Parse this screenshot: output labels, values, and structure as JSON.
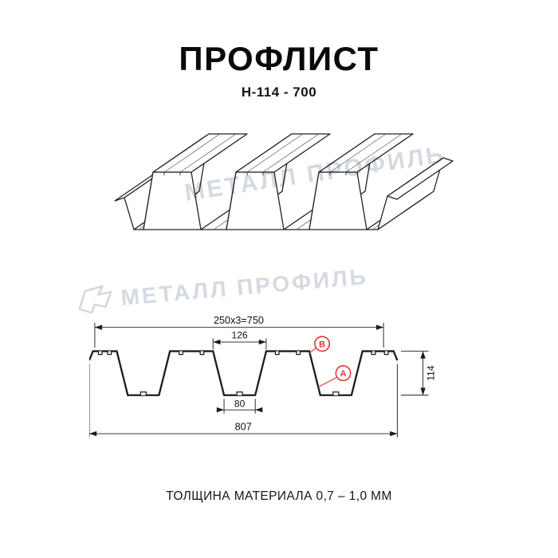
{
  "header": {
    "title": "ПРОФЛИСТ",
    "subtitle": "Н-114 - 700"
  },
  "watermark": {
    "text": "МЕТАЛЛ ПРОФИЛЬ",
    "logo": "metall-profil-logo"
  },
  "section": {
    "dim_top": "250x3=750",
    "dim_rib_top": "126",
    "dim_rib_bottom": "80",
    "dim_total": "807",
    "dim_height": "114",
    "marker_b": "В",
    "marker_a": "А"
  },
  "footer": {
    "note": "ТОЛЩИНА МАТЕРИАЛА 0,7 – 1,0 ММ"
  },
  "colors": {
    "line": "#1c1c1c",
    "accent_red": "#e23a3a",
    "watermark": "#d5dae1"
  }
}
